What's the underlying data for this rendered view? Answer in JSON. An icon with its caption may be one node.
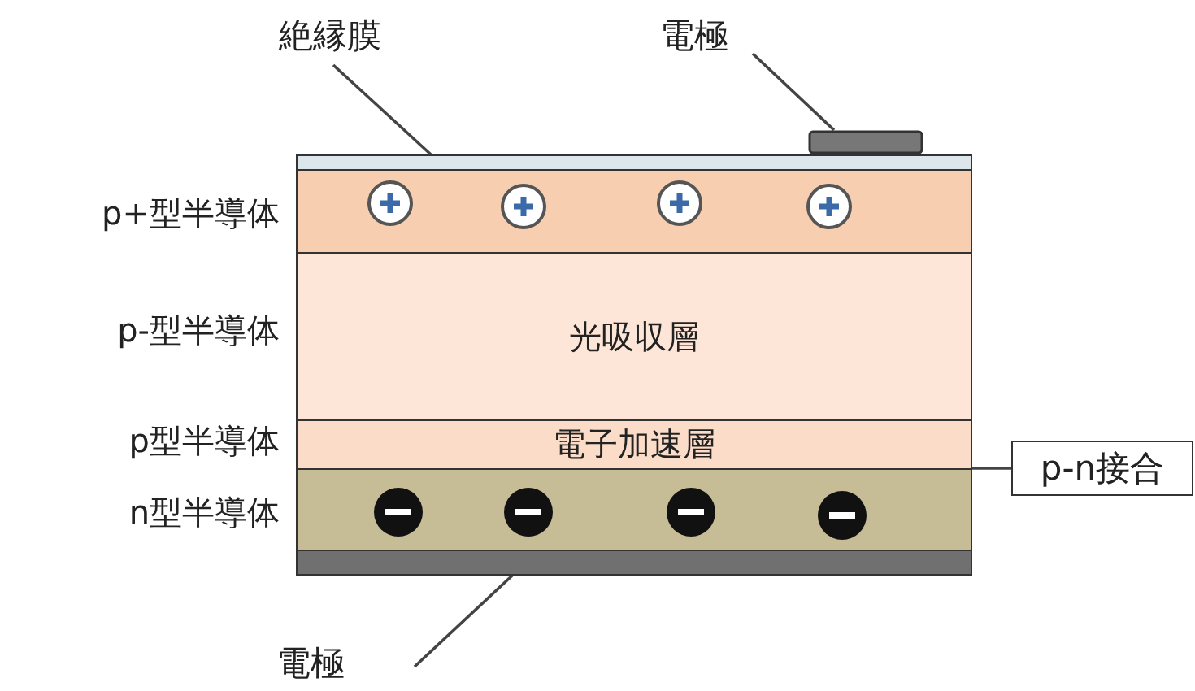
{
  "diagram": {
    "nodes": [
      {
        "text": [
          "絶縁膜"
        ]
      },
      {
        "text": [
          "電極"
        ]
      },
      {
        "text": [],
        "shape": "bar"
      },
      {
        "text": [],
        "shape": "box"
      },
      {
        "text": [],
        "shape": "bar",
        "beside": [
          "p+型半導体"
        ]
      },
      {
        "text": [
          "光吸収層"
        ],
        "beside": [
          "p-型半導体"
        ]
      },
      {
        "text": [
          "電子加速層"
        ],
        "beside": [
          "p型半導体"
        ]
      },
      {
        "text": [],
        "shape": "bar",
        "beside": [
          "n型半導体"
        ]
      },
      {
        "text": [],
        "shape": "bar"
      },
      {
        "text": [
          "電極"
        ]
      },
      {
        "text": [
          "p-n接合"
        ]
      }
    ],
    "edges": [
      {
        "from": 0,
        "to": 2,
        "arrow": "none"
      },
      {
        "from": 1,
        "to": 3,
        "arrow": "none"
      },
      {
        "from": 9,
        "to": 8,
        "arrow": "none"
      },
      {
        "from": 10,
        "to": 6,
        "arrow": "none"
      }
    ]
  }
}
